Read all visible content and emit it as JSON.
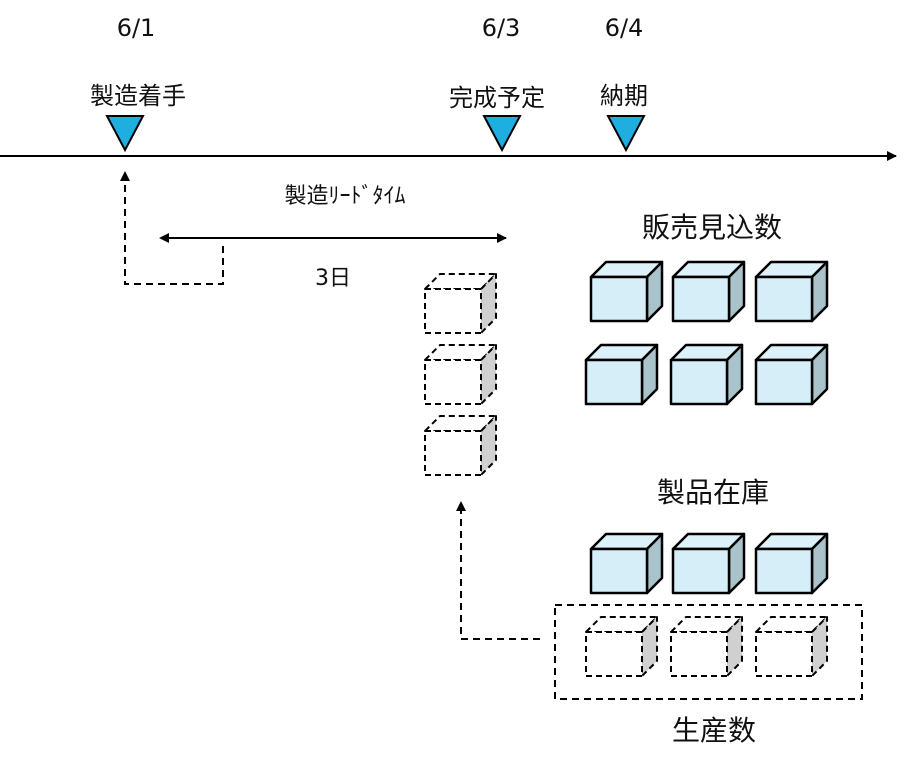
{
  "milestones": [
    {
      "date": "6/1",
      "label": "製造着手"
    },
    {
      "date": "6/3",
      "label": "完成予定"
    },
    {
      "date": "6/4",
      "label": "納期"
    }
  ],
  "lead_time": {
    "label": "製造ﾘｰﾄﾞﾀｲﾑ",
    "duration": "3日"
  },
  "groups": {
    "sales_forecast": {
      "label": "販売見込数",
      "count": 6
    },
    "product_inventory": {
      "label": "製品在庫",
      "count": 3
    },
    "production_quantity": {
      "label": "生産数",
      "count": 3
    },
    "in_production": {
      "count": 3
    }
  },
  "colors": {
    "marker": "#1eaee0",
    "cube_front": "#d5eef8",
    "cube_top": "#dcf1f9",
    "cube_side": "#aac3cb",
    "dashed_side": "#d0d0d0"
  }
}
